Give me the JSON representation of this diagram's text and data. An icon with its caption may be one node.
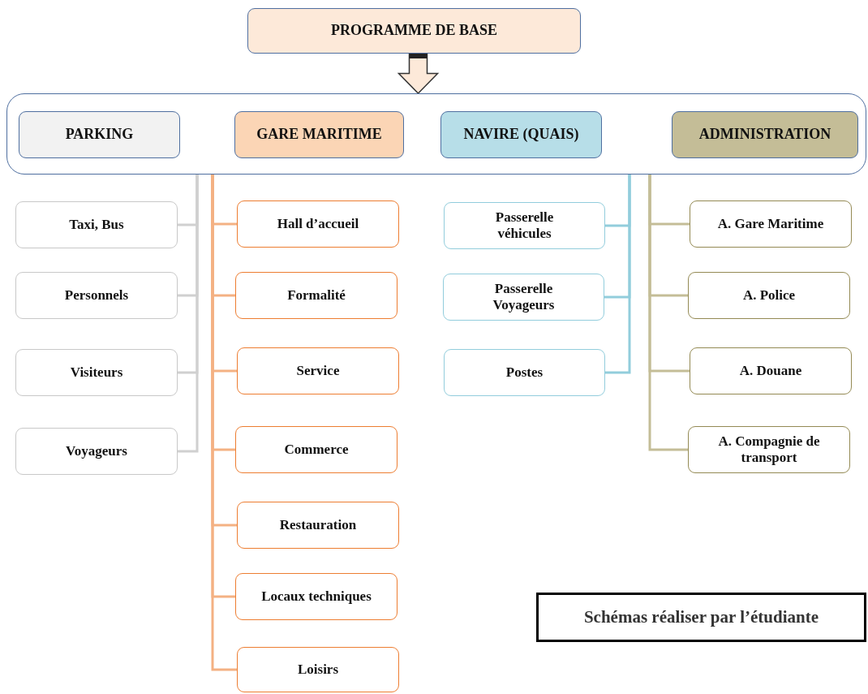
{
  "diagram": {
    "nodes": [
      {
        "text": [
          "PROGRAMME DE BASE"
        ]
      },
      {
        "text": [],
        "shape": "box"
      },
      {
        "text": [
          "PARKING"
        ],
        "in": 1
      },
      {
        "text": [
          "GARE MARITIME"
        ],
        "in": 1
      },
      {
        "text": [
          "NAVIRE (QUAIS)"
        ],
        "in": 1
      },
      {
        "text": [
          "ADMINISTRATION"
        ],
        "in": 1
      },
      {
        "text": [
          "Taxi, Bus"
        ]
      },
      {
        "text": [
          "Personnels"
        ]
      },
      {
        "text": [
          "Visiteurs"
        ]
      },
      {
        "text": [
          "Voyageurs"
        ]
      },
      {
        "text": [
          "Hall d’accueil"
        ]
      },
      {
        "text": [
          "Formalité"
        ]
      },
      {
        "text": [
          "Service"
        ]
      },
      {
        "text": [
          "Commerce"
        ]
      },
      {
        "text": [
          "Restauration"
        ]
      },
      {
        "text": [
          "Locaux techniques"
        ]
      },
      {
        "text": [
          "Loisirs"
        ]
      },
      {
        "text": [
          "Passerelle véhicules"
        ]
      },
      {
        "text": [
          "Passerelle Voyageurs"
        ]
      },
      {
        "text": [
          "Postes"
        ]
      },
      {
        "text": [
          "A. Gare Maritime"
        ]
      },
      {
        "text": [
          "A. Police"
        ]
      },
      {
        "text": [
          "A. Douane"
        ]
      },
      {
        "text": [
          "A. Compagnie de transport"
        ]
      },
      {
        "text": [
          "Schémas réaliser par l’étudiante"
        ]
      }
    ],
    "edges": [
      {
        "from": 0,
        "to": 1,
        "arrow": "to",
        "style": "thick"
      },
      {
        "from": 1,
        "to": 6,
        "arrow": "none",
        "color": "#d0d0d0"
      },
      {
        "from": 1,
        "to": 7,
        "arrow": "none",
        "color": "#d0d0d0"
      },
      {
        "from": 1,
        "to": 8,
        "arrow": "none",
        "color": "#d0d0d0"
      },
      {
        "from": 1,
        "to": 9,
        "arrow": "none",
        "color": "#d0d0d0"
      },
      {
        "from": 1,
        "to": 10,
        "arrow": "none"
      },
      {
        "from": 1,
        "to": 11,
        "arrow": "none"
      },
      {
        "from": 1,
        "to": 12,
        "arrow": "none"
      },
      {
        "from": 1,
        "to": 13,
        "arrow": "none"
      },
      {
        "from": 1,
        "to": 14,
        "arrow": "none"
      },
      {
        "from": 1,
        "to": 15,
        "arrow": "none"
      },
      {
        "from": 1,
        "to": 16,
        "arrow": "none"
      },
      {
        "from": 1,
        "to": 17,
        "arrow": "none",
        "color": "#92cddc"
      },
      {
        "from": 1,
        "to": 18,
        "arrow": "none",
        "color": "#92cddc"
      },
      {
        "from": 1,
        "to": 19,
        "arrow": "none",
        "color": "#92cddc"
      },
      {
        "from": 1,
        "to": 20,
        "arrow": "none",
        "color": "#c4bd97"
      },
      {
        "from": 1,
        "to": 21,
        "arrow": "none",
        "color": "#c4bd97"
      },
      {
        "from": 1,
        "to": 22,
        "arrow": "none",
        "color": "#c4bd97"
      },
      {
        "from": 1,
        "to": 23,
        "arrow": "none",
        "color": "#c4bd97"
      }
    ]
  }
}
